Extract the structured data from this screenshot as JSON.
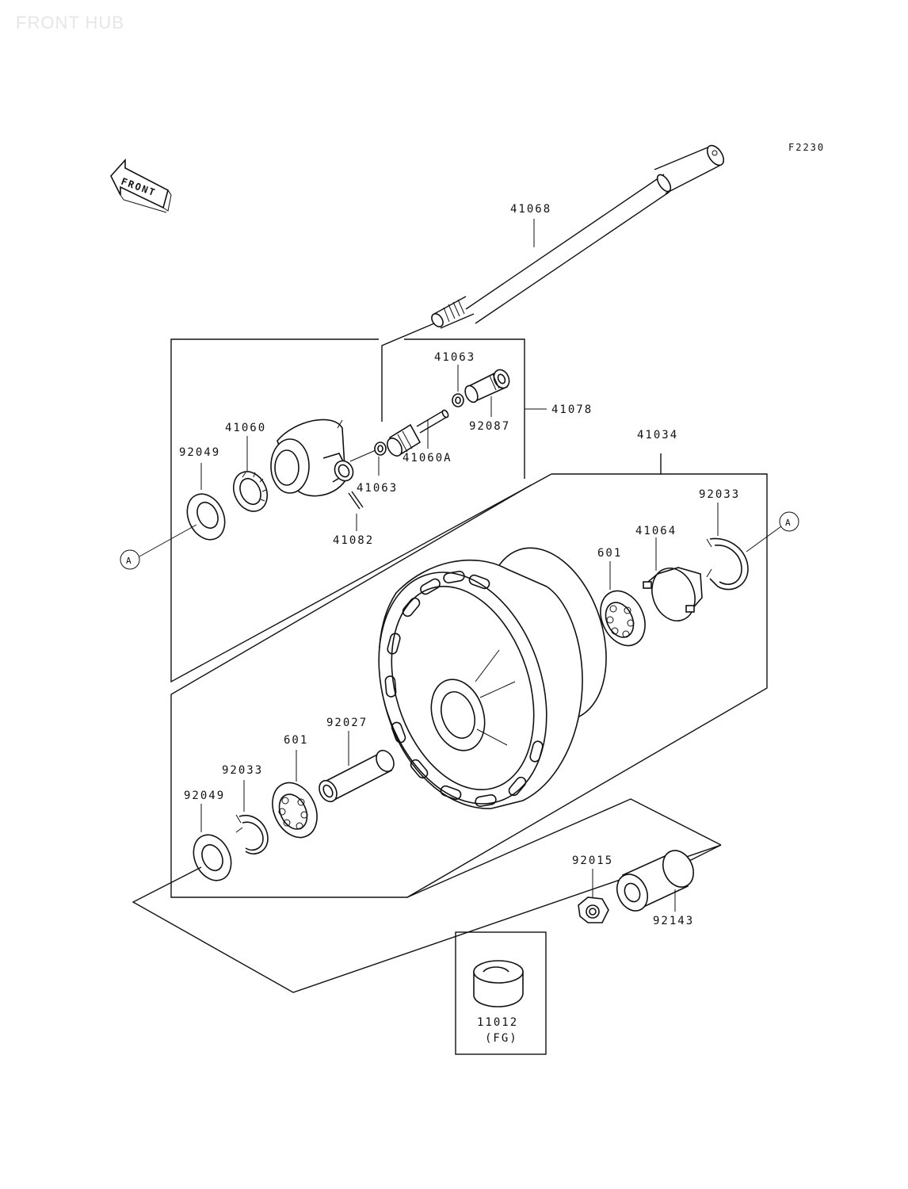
{
  "page": {
    "title": "FRONT HUB",
    "code": "F2230"
  },
  "front_arrow": {
    "label": "FRONT"
  },
  "callouts": {
    "p41068": "41068",
    "p41063a": "41063",
    "p41078": "41078",
    "p92087": "92087",
    "p41060": "41060",
    "p92049a": "92049",
    "p41060A": "41060A",
    "p41063b": "41063",
    "p41082": "41082",
    "p41034": "41034",
    "p92033a": "92033",
    "p41064": "41064",
    "p601a": "601",
    "p92027": "92027",
    "p601b": "601",
    "p92033b": "92033",
    "p92049b": "92049",
    "p92015": "92015",
    "p92143": "92143",
    "p11012": "11012",
    "p11012_note": "(FG)"
  },
  "markers": {
    "left": "A",
    "right": "A"
  }
}
